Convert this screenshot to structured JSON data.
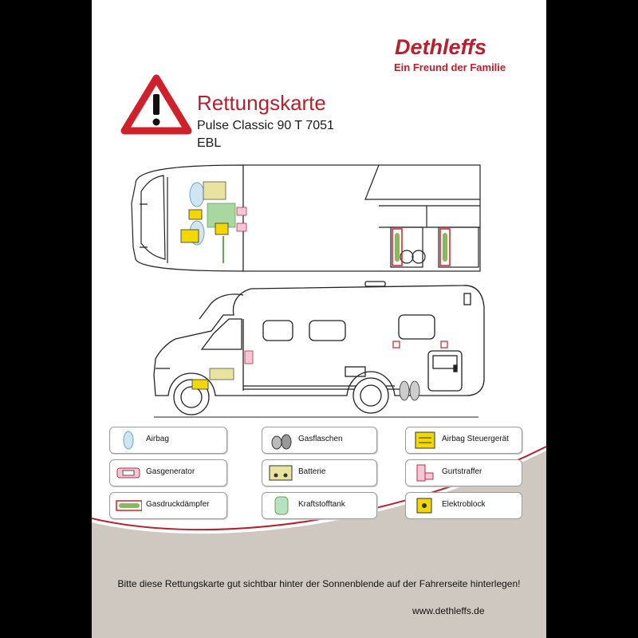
{
  "brand": {
    "name": "Dethleffs",
    "slogan": "Ein Freund der Familie"
  },
  "card": {
    "title": "Rettungskarte",
    "model": "Pulse Classic 90 T 7051",
    "variant": "EBL"
  },
  "legend": [
    {
      "label": "Airbag",
      "icon": "airbag-icon"
    },
    {
      "label": "Gasflaschen",
      "icon": "gas-bottles-icon"
    },
    {
      "label": "Airbag Steuergerät",
      "icon": "airbag-control-unit-icon"
    },
    {
      "label": "Gasgenerator",
      "icon": "gas-generator-icon"
    },
    {
      "label": "Batterie",
      "icon": "battery-icon"
    },
    {
      "label": "Gurtstraffer",
      "icon": "belt-tensioner-icon"
    },
    {
      "label": "Gasdruckdämpfer",
      "icon": "gas-pressure-damper-icon"
    },
    {
      "label": "Kraftstofftank",
      "icon": "fuel-tank-icon"
    },
    {
      "label": "Elektroblock",
      "icon": "electric-block-icon"
    }
  ],
  "footer": {
    "instruction": "Bitte diese Rettungskarte gut sichtbar hinter der Sonnenblende auf der Fahrerseite hinterlegen!",
    "website": "www.dethleffs.de"
  },
  "colors": {
    "brand_red": "#b8202e",
    "bottom_band": "#cfc8c1",
    "warning_red": "#d0202a"
  }
}
